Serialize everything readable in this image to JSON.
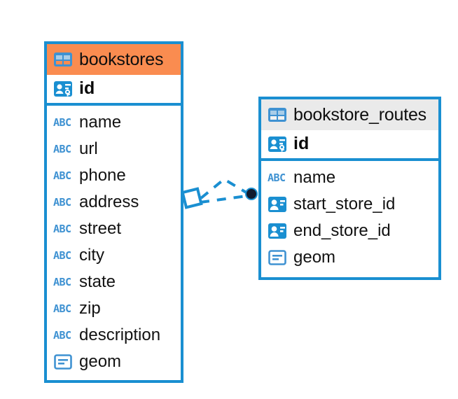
{
  "diagram": {
    "type": "entity-relationship-diagram",
    "background_color": "#ffffff",
    "accent_color": "#1a8fd1",
    "highlight_color": "#fa8c50",
    "neutral_header_color": "#eaeaea"
  },
  "entities": [
    {
      "name": "bookstores",
      "header_style": "orange",
      "primary_key": {
        "label": "id",
        "icon": "primary-key-icon"
      },
      "fields": [
        {
          "label": "name",
          "icon": "abc-text-icon",
          "type": "text"
        },
        {
          "label": "url",
          "icon": "abc-text-icon",
          "type": "text"
        },
        {
          "label": "phone",
          "icon": "abc-text-icon",
          "type": "text"
        },
        {
          "label": "address",
          "icon": "abc-text-icon",
          "type": "text"
        },
        {
          "label": "street",
          "icon": "abc-text-icon",
          "type": "text"
        },
        {
          "label": "city",
          "icon": "abc-text-icon",
          "type": "text"
        },
        {
          "label": "state",
          "icon": "abc-text-icon",
          "type": "text"
        },
        {
          "label": "zip",
          "icon": "abc-text-icon",
          "type": "text"
        },
        {
          "label": "description",
          "icon": "abc-text-icon",
          "type": "text"
        },
        {
          "label": "geom",
          "icon": "geometry-icon",
          "type": "geometry"
        }
      ]
    },
    {
      "name": "bookstore_routes",
      "header_style": "grey",
      "primary_key": {
        "label": "id",
        "icon": "primary-key-icon"
      },
      "fields": [
        {
          "label": "name",
          "icon": "abc-text-icon",
          "type": "text"
        },
        {
          "label": "start_store_id",
          "icon": "foreign-key-icon",
          "type": "reference"
        },
        {
          "label": "end_store_id",
          "icon": "foreign-key-icon",
          "type": "reference"
        },
        {
          "label": "geom",
          "icon": "geometry-icon",
          "type": "geometry"
        }
      ]
    }
  ],
  "relationship": {
    "from_entity": "bookstores",
    "to_entity": "bookstore_routes",
    "from_marker": "diamond",
    "to_marker": "filled-circle",
    "line_style": "dashed",
    "line_color": "#1a8fd1"
  }
}
